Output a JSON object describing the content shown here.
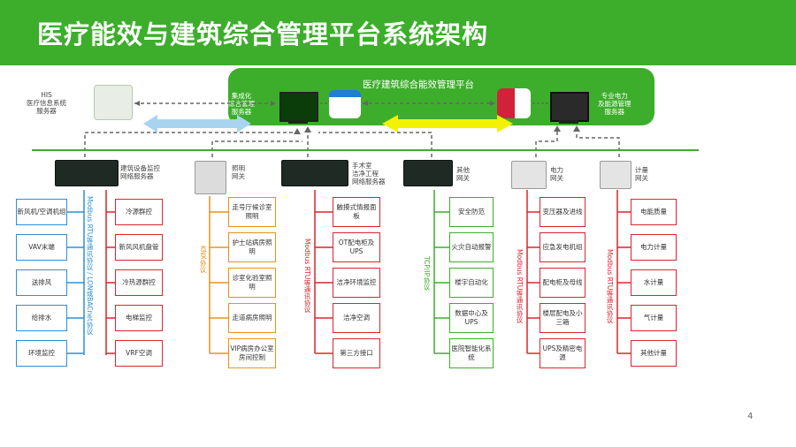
{
  "header": {
    "title": "医疗能效与建筑综合管理平台系统架构"
  },
  "platform": {
    "title": "医疗建筑综合能效管理平台"
  },
  "servers": {
    "his": [
      "HIS",
      "医疗信息系统",
      "服务器"
    ],
    "integrated": [
      "集成化",
      "综合管理",
      "服务器"
    ],
    "power": [
      "专业电力",
      "及能源管理",
      "服务器"
    ]
  },
  "gateways": [
    {
      "id": "bms",
      "label": [
        "建筑设备监控",
        "网络服务器"
      ],
      "protocol": "Modbus RTU等通讯协议 / LON或BACnet协议",
      "color": "#2e8fd6",
      "items_left": [
        "新风机/空调机组",
        "VAV末端",
        "送排风",
        "给排水",
        "环境监控"
      ],
      "items_right": [
        "冷源群控",
        "新风风机盘管",
        "冷热源群控",
        "电梯监控",
        "VRF空调"
      ]
    },
    {
      "id": "lighting",
      "label": [
        "照明",
        "网关"
      ],
      "protocol": "KNX协议",
      "color": "#e8921a",
      "items": [
        "走号厅候诊室照明",
        "护士站病房照明",
        "诊室化验室照明",
        "走道病房照明",
        "VIP病房办公室房间控制"
      ]
    },
    {
      "id": "or",
      "label": [
        "手术室",
        "洁净工程",
        "网络服务器"
      ],
      "protocol": "Modbus RTU等通讯协议",
      "color": "#d9262c",
      "items": [
        "触摸式情报面板",
        "OT配电柜及UPS",
        "洁净环境监控",
        "洁净空调",
        "第三方接口"
      ]
    },
    {
      "id": "other",
      "label": [
        "其他",
        "网关"
      ],
      "protocol": "TCP/IP协议",
      "color": "#3dae2b",
      "items": [
        "安全防范",
        "火灾自动报警",
        "楼宇自动化",
        "数据中心及UPS",
        "医院智能化系统"
      ]
    },
    {
      "id": "power",
      "label": [
        "电力",
        "网关"
      ],
      "protocol": "Modbus RTU等通讯协议",
      "color": "#d9262c",
      "items": [
        "变压器及进线",
        "应急发电机组",
        "配电柜及母线",
        "楼层配电及小三箱",
        "UPS及精密电源"
      ]
    },
    {
      "id": "meter",
      "label": [
        "计量",
        "网关"
      ],
      "protocol": "Modbus RTU等通讯协议",
      "color": "#d9262c",
      "items": [
        "电能质量",
        "电力计量",
        "水计量",
        "气计量",
        "其他计量"
      ]
    }
  ],
  "colors": {
    "green": "#3dae2b",
    "blue": "#2e8fd6",
    "orange": "#e8921a",
    "red": "#d9262c",
    "light_blue_arrow": "#a9d4f0",
    "yellow_arrow": "#f2f200"
  },
  "page_number": "4"
}
